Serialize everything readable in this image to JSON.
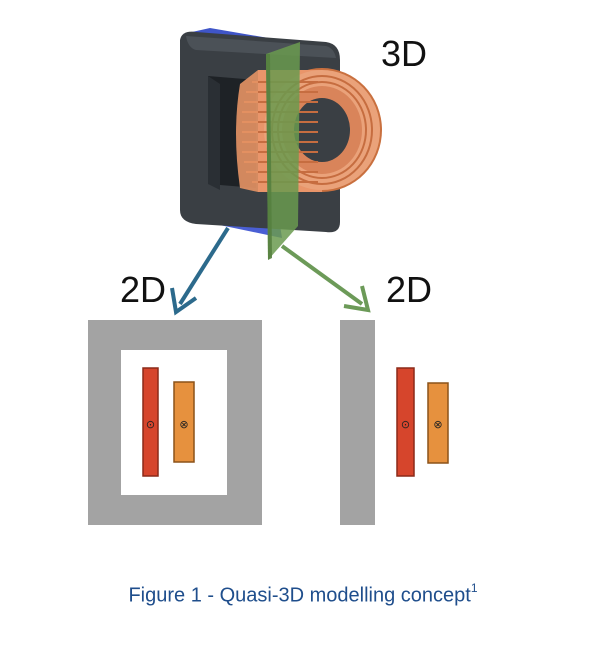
{
  "labels": {
    "view_3d": "3D",
    "view_2d_left": "2D",
    "view_2d_right": "2D"
  },
  "caption": {
    "text": "Figure 1 - Quasi-3D modelling concept",
    "superscript": "1"
  },
  "symbols": {
    "current_out": "⊙",
    "current_in": "⊗"
  },
  "colors": {
    "core_3d": "#3a3f44",
    "core_2d": "#a3a3a3",
    "winding_3d": "#e9956a",
    "conductor_out": "#d6452c",
    "conductor_in": "#e6913e",
    "cut_plane": "#6a9a4f",
    "arrow_left": "#2c6a8c",
    "arrow_right": "#6c9a58",
    "caption": "#1f4e8c"
  }
}
